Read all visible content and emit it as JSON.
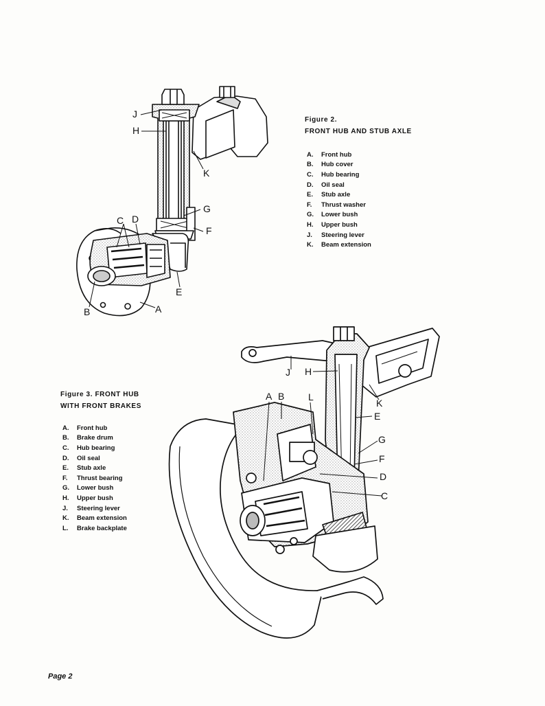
{
  "figure2": {
    "caption_line1": "Figure 2.",
    "caption_line2": "FRONT HUB AND STUB AXLE",
    "legend": [
      {
        "key": "A.",
        "text": "Front hub"
      },
      {
        "key": "B.",
        "text": "Hub cover"
      },
      {
        "key": "C.",
        "text": "Hub bearing"
      },
      {
        "key": "D.",
        "text": "Oil seal"
      },
      {
        "key": "E.",
        "text": "Stub axle"
      },
      {
        "key": "F.",
        "text": "Thrust washer"
      },
      {
        "key": "G.",
        "text": "Lower bush"
      },
      {
        "key": "H.",
        "text": "Upper bush"
      },
      {
        "key": "J.",
        "text": "Steering lever"
      },
      {
        "key": "K.",
        "text": "Beam extension"
      }
    ],
    "callouts": {
      "J": "J",
      "H": "H",
      "K": "K",
      "G": "G",
      "F": "F",
      "C": "C",
      "D": "D",
      "E": "E",
      "B": "B",
      "A": "A"
    }
  },
  "figure3": {
    "caption_line1": "Figure 3.  FRONT HUB",
    "caption_line2": "WITH FRONT BRAKES",
    "legend": [
      {
        "key": "A.",
        "text": "Front hub"
      },
      {
        "key": "B.",
        "text": "Brake drum"
      },
      {
        "key": "C.",
        "text": "Hub bearing"
      },
      {
        "key": "D.",
        "text": "Oil seal"
      },
      {
        "key": "E.",
        "text": "Stub axle"
      },
      {
        "key": "F.",
        "text": "Thrust bearing"
      },
      {
        "key": "G.",
        "text": "Lower bush"
      },
      {
        "key": "H.",
        "text": "Upper bush"
      },
      {
        "key": "J.",
        "text": "Steering lever"
      },
      {
        "key": "K.",
        "text": "Beam extension"
      },
      {
        "key": "L.",
        "text": "Brake backplate"
      }
    ],
    "callouts": {
      "J": "J",
      "H": "H",
      "K": "K",
      "A": "A",
      "B": "B",
      "L": "L",
      "E": "E",
      "G": "G",
      "F": "F",
      "D": "D",
      "C": "C"
    }
  },
  "footer": {
    "page_label": "Page 2"
  }
}
